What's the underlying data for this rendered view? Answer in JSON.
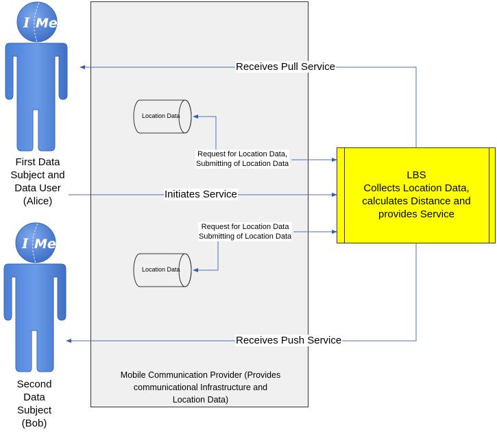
{
  "actors": [
    {
      "head_text_left": "I",
      "head_text_right": "Me",
      "label_lines": [
        "First Data",
        "Subject and",
        "Data User",
        "(Alice)"
      ]
    },
    {
      "head_text_left": "I",
      "head_text_right": "Me",
      "label_lines": [
        "Second",
        "Data",
        "Subject",
        "(Bob)"
      ]
    }
  ],
  "provider": {
    "label_lines": [
      "Mobile Communication Provider (Provides",
      "communicational Infrastructure and",
      "Location Data)"
    ]
  },
  "datastores": [
    {
      "label": "Location Data"
    },
    {
      "label": "Location Data"
    }
  ],
  "lbs": {
    "lines": [
      "LBS",
      "Collects Location Data,",
      "calculates Distance and",
      "provides Service"
    ]
  },
  "flows": {
    "pull": "Receives Pull Service",
    "initiate": "Initiates Service",
    "push": "Receives Push Service",
    "request_top": [
      "Request for Location Data,",
      "Submitting of Location Data"
    ],
    "request_bottom": [
      "Request for Location Data",
      "Submitting of Location Data"
    ]
  },
  "colors": {
    "figure": "#5b8fe0",
    "arrow": "#4a6fb5",
    "lbs_fill": "#ffff00",
    "provider_fill": "#f0f0f0"
  }
}
